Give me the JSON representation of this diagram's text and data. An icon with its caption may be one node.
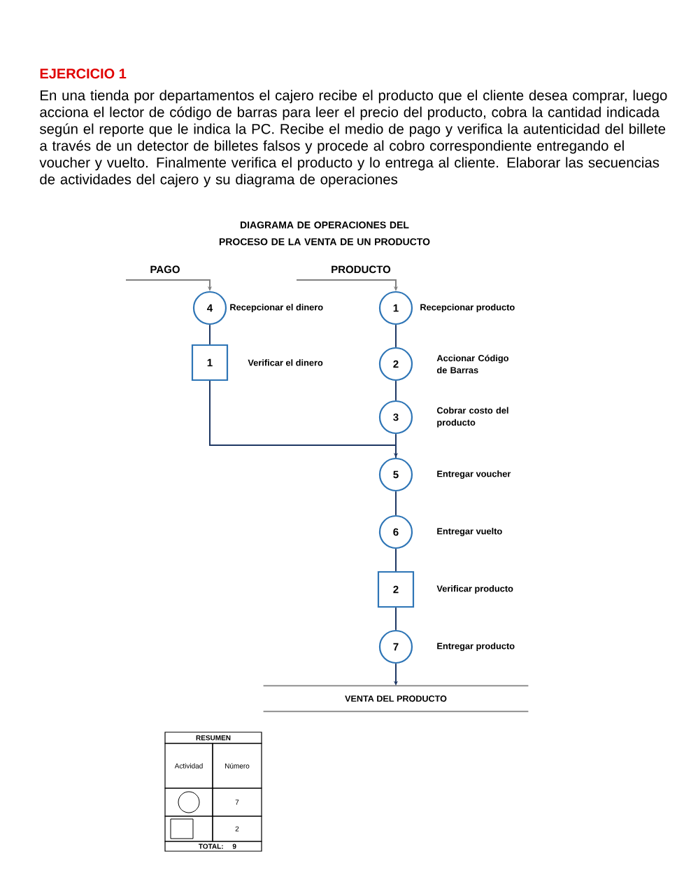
{
  "diagram": {
    "title": "EJERCICIO 1",
    "nodes": [
      {
        "text": [
          "4"
        ],
        "beside": [
          "Recepcionar el dinero"
        ]
      },
      {
        "text": [
          "1"
        ],
        "beside": [
          "Verificar el dinero"
        ]
      },
      {
        "text": [
          "1"
        ],
        "beside": [
          "Recepcionar producto"
        ]
      },
      {
        "text": [
          "2"
        ],
        "beside": [
          "Accionar Código de Barras"
        ]
      },
      {
        "text": [
          "3"
        ],
        "beside": [
          "Cobrar costo del producto"
        ]
      },
      {
        "text": [
          "5"
        ],
        "beside": [
          "Entregar voucher"
        ]
      },
      {
        "text": [
          "6"
        ],
        "beside": [
          "Entregar vuelto"
        ]
      },
      {
        "text": [
          "2"
        ],
        "beside": [
          "Verificar producto"
        ]
      },
      {
        "text": [
          "7"
        ],
        "beside": [
          "Entregar producto"
        ]
      },
      {
        "text": [
          "VENTA DEL PRODUCTO"
        ]
      }
    ],
    "edges": [
      {
        "from": null,
        "to": 0,
        "arrow": "to",
        "label": "PAGO",
        "color": "#808080"
      },
      {
        "from": null,
        "to": 2,
        "arrow": "to",
        "label": "PRODUCTO",
        "color": "#808080"
      },
      {
        "from": 0,
        "to": 1,
        "arrow": "none"
      },
      {
        "from": 1,
        "to": 5,
        "arrow": "to"
      },
      {
        "from": 2,
        "to": 3,
        "arrow": "none"
      },
      {
        "from": 3,
        "to": 4,
        "arrow": "none"
      },
      {
        "from": 4,
        "to": 5,
        "arrow": "none"
      },
      {
        "from": 5,
        "to": 6,
        "arrow": "none"
      },
      {
        "from": 6,
        "to": 7,
        "arrow": "none"
      },
      {
        "from": 7,
        "to": 8,
        "arrow": "none"
      },
      {
        "from": 8,
        "to": 9,
        "arrow": "to"
      }
    ],
    "labels": [
      "En una tienda por departamentos el cajero recibe el producto que el cliente desea comprar, luego acciona el lector de código de barras para leer el precio del producto, cobra la cantidad indicada según el reporte que le indica la PC. Recibe el medio de pago y verifica la autenticidad del billete a través de un detector de billetes falsos y procede al cobro correspondiente entregando el voucher y vuelto. Finalmente verifica el producto y lo entrega al cliente. Elaborar las secuencias de actividades del cajero y su diagrama de operaciones",
      "DIAGRAMA DE OPERACIONES DEL PROCESO DE LA VENTA DE UN PRODUCTO",
      "RESUMEN",
      "Actividad",
      "Número",
      "7",
      "2",
      "TOTAL:",
      "9"
    ]
  }
}
